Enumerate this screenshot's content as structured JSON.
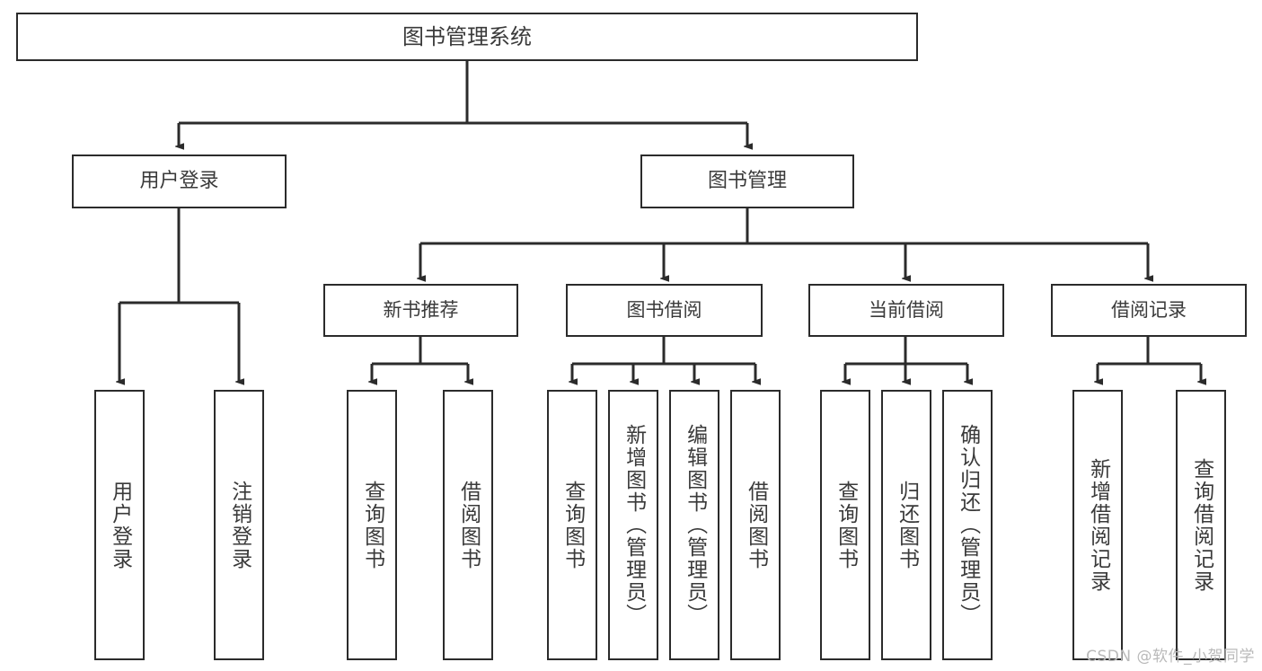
{
  "diagram": {
    "title": "图书管理系统",
    "type": "tree-hierarchy-diagram",
    "watermark": "CSDN @软件_小贺同学",
    "colors": {
      "background": "#ffffff",
      "box_border": "#2b2b2b",
      "box_fill": "#ffffff",
      "text": "#3a3a3a",
      "connector": "#2b2b2b",
      "watermark": "#b9b9b9"
    },
    "root": {
      "label": "图书管理系统"
    },
    "level1": [
      {
        "id": "user-login",
        "label": "用户登录"
      },
      {
        "id": "book-management",
        "label": "图书管理"
      }
    ],
    "level2": [
      {
        "id": "new-book-recommend",
        "label": "新书推荐",
        "parent": "book-management"
      },
      {
        "id": "book-borrow",
        "label": "图书借阅",
        "parent": "book-management"
      },
      {
        "id": "current-borrow",
        "label": "当前借阅",
        "parent": "book-management"
      },
      {
        "id": "borrow-record",
        "label": "借阅记录",
        "parent": "book-management"
      }
    ],
    "leaves": {
      "user_login": [
        {
          "id": "leaf-user-login",
          "label": "用户登录"
        },
        {
          "id": "leaf-logout-login",
          "label": "注销登录"
        }
      ],
      "new_book_recommend": [
        {
          "id": "leaf-query-book-1",
          "label": "查询图书"
        },
        {
          "id": "leaf-borrow-book-1",
          "label": "借阅图书"
        }
      ],
      "book_borrow": [
        {
          "id": "leaf-query-book-2",
          "label": "查询图书"
        },
        {
          "id": "leaf-add-book",
          "label": "新增图书（管理员）"
        },
        {
          "id": "leaf-edit-book",
          "label": "编辑图书（管理员）"
        },
        {
          "id": "leaf-borrow-book-2",
          "label": "借阅图书"
        }
      ],
      "current_borrow": [
        {
          "id": "leaf-query-book-3",
          "label": "查询图书"
        },
        {
          "id": "leaf-return-book",
          "label": "归还图书"
        },
        {
          "id": "leaf-confirm-return",
          "label": "确认归还（管理员）"
        }
      ],
      "borrow_record": [
        {
          "id": "leaf-add-record",
          "label": "新增借阅记录"
        },
        {
          "id": "leaf-query-record",
          "label": "查询借阅记录"
        }
      ]
    }
  }
}
